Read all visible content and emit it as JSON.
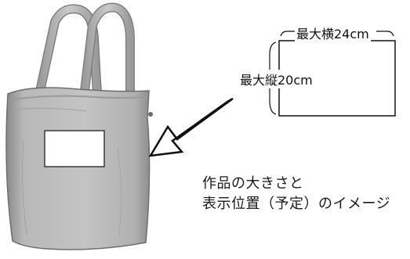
{
  "dimensions": {
    "max_width": "最大横24cm",
    "max_height": "最大縦20cm"
  },
  "caption": {
    "line1": "作品の大きさと",
    "line2": "表示位置（予定）のイメージ"
  },
  "colors": {
    "bag_body": "#b4b4b4",
    "bag_shadow": "#8f8f8f",
    "handle": "#a8a8a8",
    "outline": "#111111",
    "print_area": "#ffffff"
  },
  "icons": {
    "arrow": "arrow-left-down-icon"
  }
}
